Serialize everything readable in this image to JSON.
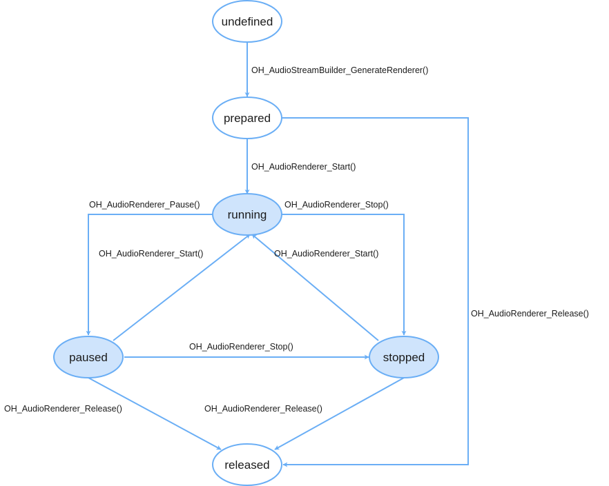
{
  "colors": {
    "stroke": "#6aaef5",
    "fill_active": "#cfe4fc",
    "fill_plain": "#ffffff",
    "text": "#1a1a1a"
  },
  "states": {
    "undefined": "undefined",
    "prepared": "prepared",
    "running": "running",
    "paused": "paused",
    "stopped": "stopped",
    "released": "released"
  },
  "transitions": {
    "undefined_to_prepared": "OH_AudioStreamBuilder_GenerateRenderer()",
    "prepared_to_running": "OH_AudioRenderer_Start()",
    "running_to_paused": "OH_AudioRenderer_Pause()",
    "running_to_stopped": "OH_AudioRenderer_Stop()",
    "paused_to_running": "OH_AudioRenderer_Start()",
    "stopped_to_running": "OH_AudioRenderer_Start()",
    "paused_to_stopped": "OH_AudioRenderer_Stop()",
    "prepared_to_released": "OH_AudioRenderer_Release()",
    "paused_to_released": "OH_AudioRenderer_Release()",
    "stopped_to_released": "OH_AudioRenderer_Release()"
  }
}
